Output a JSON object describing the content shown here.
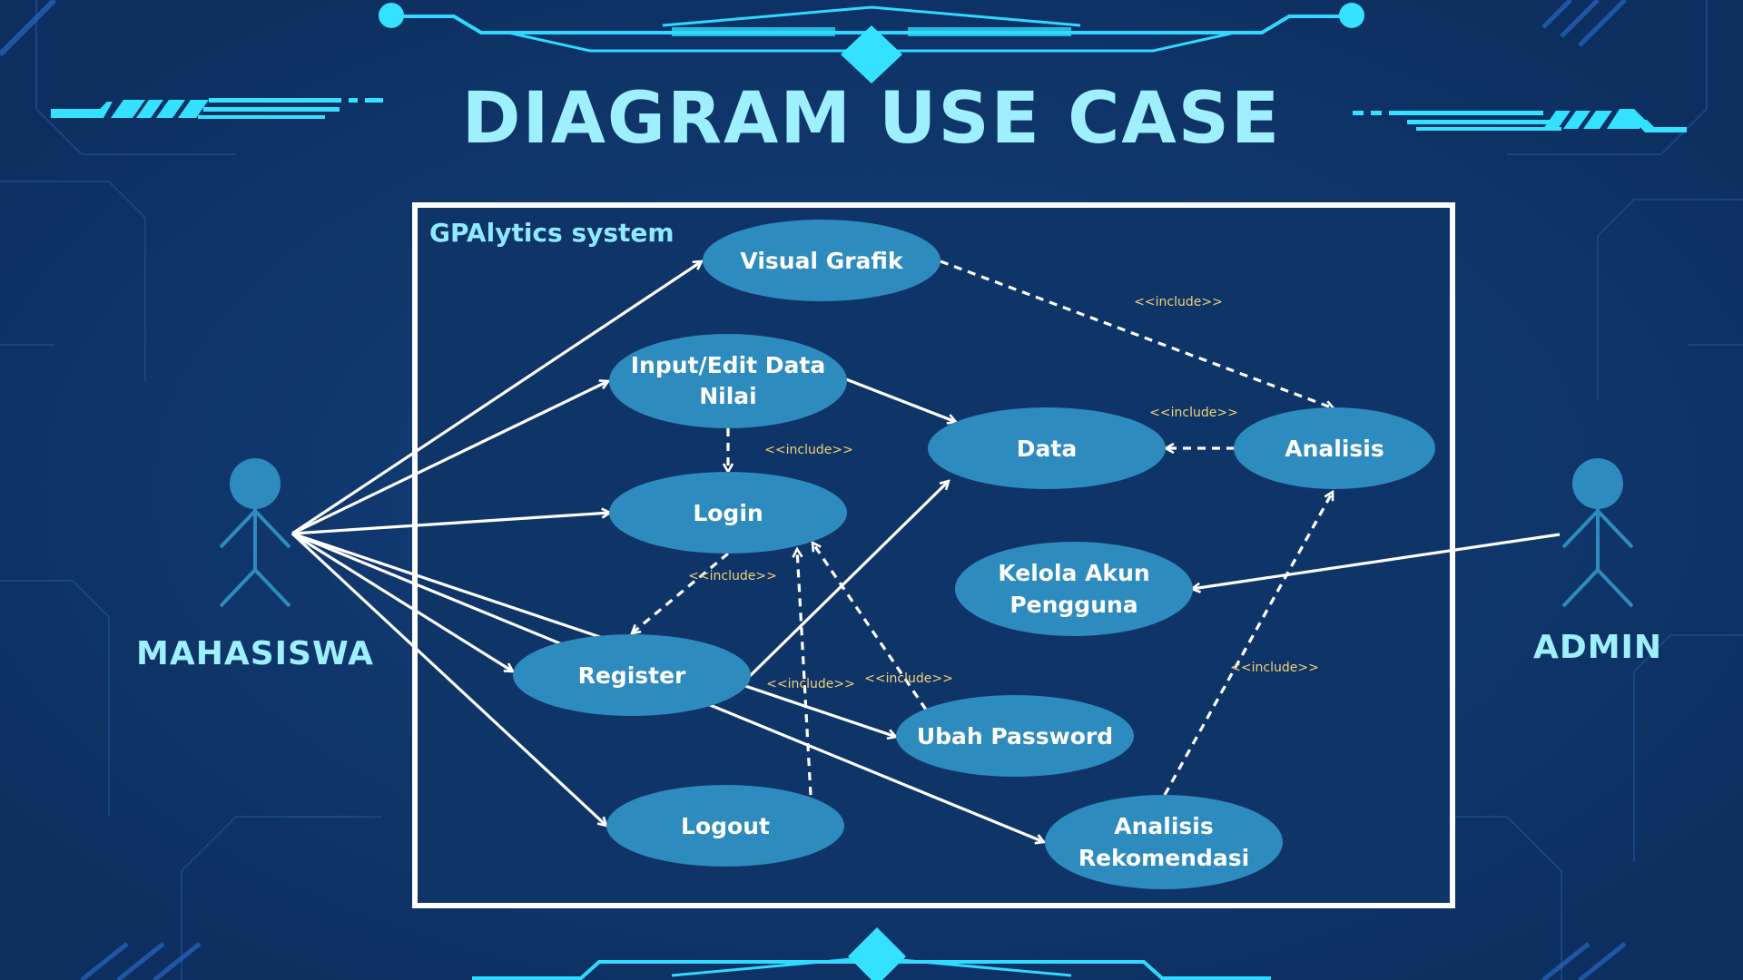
{
  "title": "DIAGRAM USE CASE",
  "system": {
    "label": "GPAlytics system"
  },
  "actors": {
    "mahasiswa": {
      "label": "MAHASISWA"
    },
    "admin": {
      "label": "ADMIN"
    }
  },
  "use_cases": {
    "visual_grafik": {
      "lines": [
        "Visual Grafik"
      ]
    },
    "input_edit": {
      "lines": [
        "Input/Edit Data",
        "Nilai"
      ]
    },
    "login": {
      "lines": [
        "Login"
      ]
    },
    "data": {
      "lines": [
        "Data"
      ]
    },
    "analisis": {
      "lines": [
        "Analisis"
      ]
    },
    "kelola_akun": {
      "lines": [
        "Kelola Akun",
        "Pengguna"
      ]
    },
    "register": {
      "lines": [
        "Register"
      ]
    },
    "ubah_password": {
      "lines": [
        "Ubah Password"
      ]
    },
    "logout": {
      "lines": [
        "Logout"
      ]
    },
    "analisis_rekomendasi": {
      "lines": [
        "Analisis",
        "Rekomendasi"
      ]
    }
  },
  "include_labels": {
    "visual_analisis": "<<include>>",
    "analisis_data": "<<include>>",
    "input_login": "<<include>>",
    "login_register": "<<include>>",
    "logout_login": "<<include>>",
    "ubah_login": "<<include>>",
    "rekomendasi_analisis": "<<include>>"
  },
  "colors": {
    "background": "#0f3468",
    "usecase_fill": "#2e8bbd",
    "accent": "#9ff0ff",
    "include_text": "#f2d27a",
    "line": "#ffffff"
  }
}
